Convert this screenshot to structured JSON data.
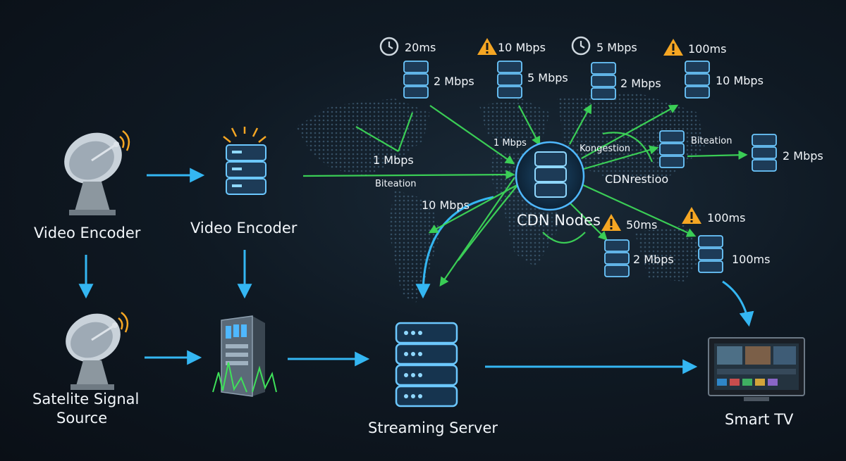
{
  "left_pipeline": {
    "dish_top_label": "Video Encoder",
    "encoder_label": "Video Encoder",
    "dish_bottom_label_line1": "Satelite Signal",
    "dish_bottom_label_line2": "Source",
    "server_label": "Streaming Server",
    "tv_label": "Smart TV"
  },
  "network": {
    "hub_label": "CDN Nodes",
    "metrics": {
      "top1": "20ms",
      "top2": "10 Mbps",
      "top3": "5 Mbps",
      "top4": "100ms",
      "node1": "2 Mbps",
      "node2": "5 Mbps",
      "node3": "2 Mbps",
      "node4": "10 Mbps",
      "mid1": "1 Mbps",
      "mid2": "1 Mbps",
      "bit1": "Biteation",
      "mid3": "10 Mbps",
      "kong": "Kongestion",
      "cdnres": "CDNrestioo",
      "bit2": "Biteation",
      "right1": "2 Mbps",
      "warn50": "50ms",
      "warn100": "100ms",
      "low1": "2 Mbps",
      "low2": "100ms"
    }
  },
  "colors": {
    "blue_arrow": "#34b6f2",
    "green_link": "#3fe05a",
    "node_glow": "#4fb8ff",
    "warning": "#f5a623"
  },
  "icons": [
    "satellite-dish-icon",
    "server-icon",
    "clock-icon",
    "warning-icon",
    "smart-tv-icon"
  ]
}
